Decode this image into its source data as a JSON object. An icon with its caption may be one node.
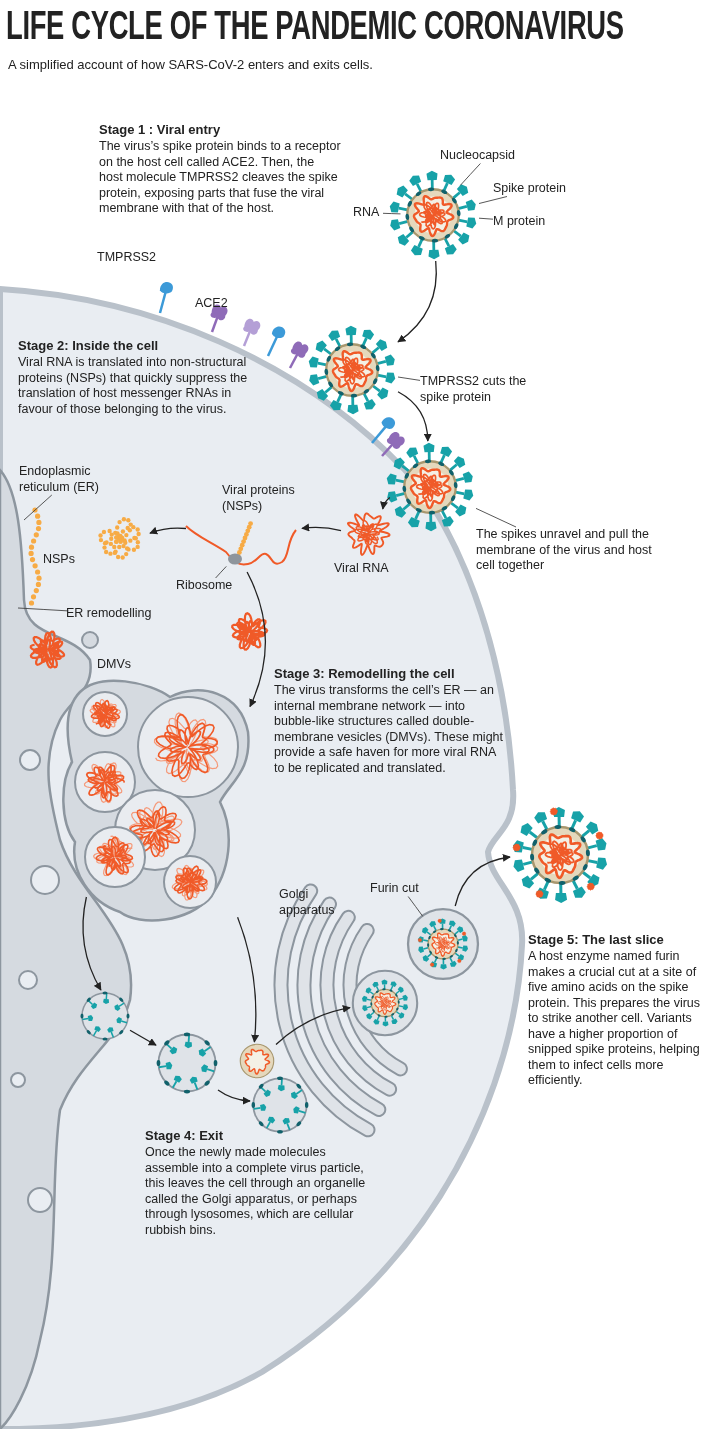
{
  "diagram": {
    "title": "LIFE CYCLE OF THE PANDEMIC CORONAVIRUS",
    "nodes": [
      {
        "text": [],
        "shape": "picture"
      },
      {
        "text": [
          "Nucleocapsid"
        ]
      },
      {
        "text": [
          "Spike protein"
        ]
      },
      {
        "text": [
          "RNA"
        ]
      },
      {
        "text": [
          "M protein"
        ]
      },
      {
        "text": [],
        "shape": "picture"
      },
      {
        "text": [
          "TMPRSS2 cuts the spike protein"
        ]
      },
      {
        "text": [],
        "shape": "picture"
      },
      {
        "text": [
          "The spikes unravel and pull the membrane of the virus and host cell together"
        ]
      },
      {
        "text": [
          "Endoplasmic reticulum (ER)"
        ]
      },
      {
        "text": [],
        "shape": "picture",
        "beside": [
          "Viral proteins (NSPs)"
        ]
      },
      {
        "text": [],
        "shape": "picture"
      },
      {
        "text": [],
        "shape": "picture",
        "beside": [
          "Viral RNA"
        ]
      },
      {
        "text": [
          "Ribosome"
        ]
      },
      {
        "text": [
          "ER remodelling"
        ]
      },
      {
        "text": [],
        "shape": "picture",
        "beside": [
          "DMVs"
        ]
      },
      {
        "text": [
          "Furin cut"
        ]
      },
      {
        "text": [],
        "shape": "picture"
      },
      {
        "text": [],
        "shape": "picture"
      },
      {
        "text": [],
        "shape": "picture"
      },
      {
        "text": [],
        "shape": "picture"
      },
      {
        "text": [],
        "shape": "picture"
      },
      {
        "text": [],
        "shape": "picture"
      },
      {
        "text": [],
        "shape": "picture"
      }
    ],
    "edges": [
      {
        "from": 0,
        "to": 5,
        "arrow": "to"
      },
      {
        "from": 1,
        "to": 0,
        "arrow": "none"
      },
      {
        "from": 2,
        "to": 0,
        "arrow": "none"
      },
      {
        "from": 3,
        "to": 0,
        "arrow": "none"
      },
      {
        "from": 4,
        "to": 0,
        "arrow": "none"
      },
      {
        "from": 6,
        "to": 5,
        "arrow": "none"
      },
      {
        "from": 5,
        "to": 7,
        "arrow": "to"
      },
      {
        "from": 8,
        "to": 7,
        "arrow": "none"
      },
      {
        "from": 7,
        "to": 12,
        "arrow": "to"
      },
      {
        "from": 12,
        "to": 10,
        "arrow": "to"
      },
      {
        "from": 10,
        "to": 11,
        "arrow": "to"
      },
      {
        "from": 13,
        "to": 10,
        "arrow": "none"
      },
      {
        "from": 9,
        "to": null,
        "arrow": "none"
      },
      {
        "from": 14,
        "to": null,
        "arrow": "none"
      },
      {
        "from": 10,
        "to": 15,
        "arrow": "to"
      },
      {
        "from": 15,
        "to": 19,
        "arrow": "to"
      },
      {
        "from": 15,
        "to": 20,
        "arrow": "to"
      },
      {
        "from": 19,
        "to": 22,
        "arrow": "to"
      },
      {
        "from": 22,
        "to": 23,
        "arrow": "to"
      },
      {
        "from": 20,
        "to": 21,
        "arrow": "to"
      },
      {
        "from": 16,
        "to": 17,
        "arrow": "none"
      },
      {
        "from": 17,
        "to": 18,
        "arrow": "to"
      }
    ],
    "labels": [
      "A simplified account of how SARS-CoV-2 enters and exits cells.",
      "Stage 1 : Viral entry",
      "The virus’s spike protein binds to a receptor on the host cell called ACE2. Then, the host molecule TMPRSS2 cleaves the spike protein, exposing parts that fuse the viral membrane with that of the host.",
      "TMPRSS2",
      "ACE2",
      "Stage 2: Inside the cell",
      "Viral RNA is translated into non-structural proteins (NSPs) that quickly suppress the translation of host messenger RNAs in favour of those belonging to the virus.",
      "NSPs",
      "Stage 3: Remodelling the cell",
      "The virus transforms the cell’s ER — an internal membrane network — into bubble-like structures called double-membrane vesicles (DMVs). These might provide a safe haven for more viral RNA to be replicated and translated.",
      "Golgi apparatus",
      "Stage 5: The last slice",
      "A host enzyme named furin makes a crucial cut at a site of five amino acids on the spike protein. This prepares the virus to strike another cell. Variants have a higher proportion of snipped spike proteins, helping them to infect cells more efficiently.",
      "Stage 4: Exit",
      "Once the newly made molecules assemble into a complete virus particle, this leaves the cell through an organelle called the Golgi apparatus, or perhaps through lysosomes, which are cellular rubbish bins."
    ]
  }
}
